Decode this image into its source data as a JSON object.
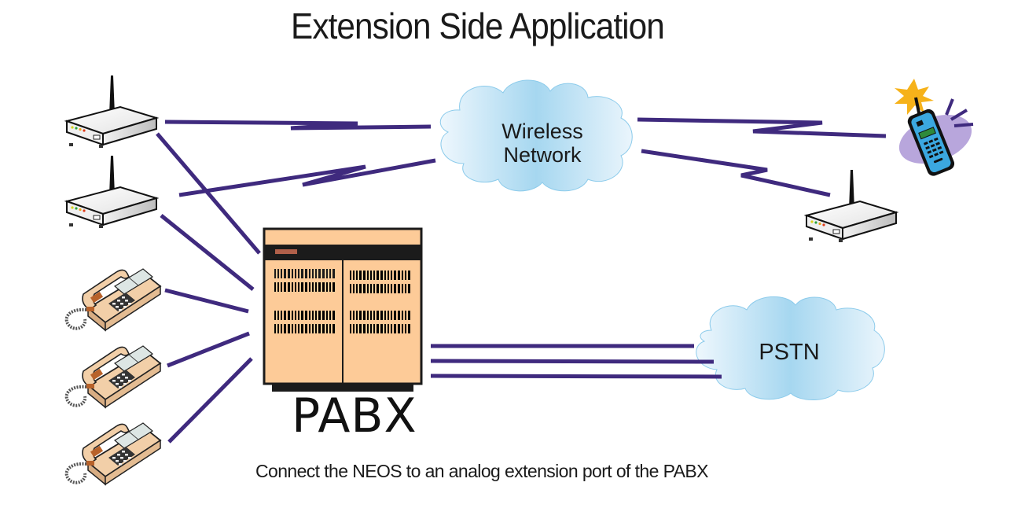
{
  "title": "Extension Side Application",
  "caption": "Connect the NEOS to an analog extension port of the PABX",
  "nodes": {
    "wireless_network": {
      "label_line1": "Wireless",
      "label_line2": "Network",
      "icon": "cloud-icon"
    },
    "pstn": {
      "label": "PSTN",
      "icon": "cloud-icon"
    },
    "pabx": {
      "label": "PABX",
      "icon": "pabx-cabinet-icon"
    },
    "left_routers": [
      {
        "icon": "wireless-router-icon"
      },
      {
        "icon": "wireless-router-icon"
      }
    ],
    "desk_phones": [
      {
        "icon": "desk-phone-icon"
      },
      {
        "icon": "desk-phone-icon"
      },
      {
        "icon": "desk-phone-icon"
      }
    ],
    "right_router": {
      "icon": "wireless-router-icon"
    },
    "mobile_phone": {
      "icon": "mobile-phone-icon"
    }
  },
  "colors": {
    "link": "#3f2a7e",
    "cloud_light": "#e6f3fb",
    "cloud_mid": "#9fd3ee",
    "pabx_body": "#fdcb98",
    "pabx_dark": "#1b1b1b",
    "pabx_indicator": "#b0604a",
    "phone_body": "#f2cfa8",
    "mobile_body": "#3ba8e0",
    "mobile_burst": "#f6b21a",
    "mobile_halo": "#b8a6dc"
  }
}
